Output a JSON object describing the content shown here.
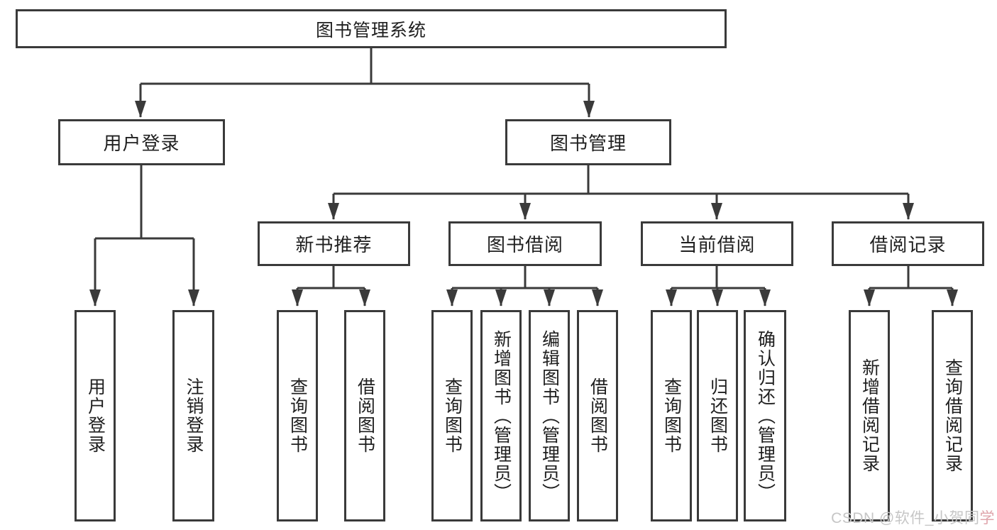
{
  "nodes": {
    "root": {
      "label": "图书管理系统"
    },
    "user_login": {
      "label": "用户登录"
    },
    "book_management": {
      "label": "图书管理"
    },
    "new_book_recommend": {
      "label": "新书推荐"
    },
    "book_borrowing": {
      "label": "图书借阅"
    },
    "current_borrowing": {
      "label": "当前借阅"
    },
    "borrowing_records": {
      "label": "借阅记录"
    },
    "leaf_user_login": {
      "label": "用户登录"
    },
    "leaf_logout": {
      "label": "注销登录"
    },
    "recommend_query_books": {
      "label": "查询图书"
    },
    "recommend_borrow_books": {
      "label": "借阅图书"
    },
    "borrowing_query_books": {
      "label": "查询图书"
    },
    "borrowing_add_books": {
      "label": "新增图书（管理员）"
    },
    "borrowing_edit_books": {
      "label": "编辑图书（管理员）"
    },
    "borrowing_borrow_books": {
      "label": "借阅图书"
    },
    "current_query_books": {
      "label": "查询图书"
    },
    "current_return_books": {
      "label": "归还图书"
    },
    "current_confirm_return": {
      "label": "确认归还（管理员）"
    },
    "records_add_record": {
      "label": "新增借阅记录"
    },
    "records_query_record": {
      "label": "查询借阅记录"
    }
  },
  "watermark": {
    "main": "CSDN @软件_小贺同",
    "accent": "学"
  },
  "colors": {
    "line": "#3a3a3a",
    "text": "#1f1f1f",
    "node_fill": "#ffffff",
    "background": "#ffffff",
    "watermark": "#c6c6c6",
    "watermark_accent": "#dfa4ab"
  }
}
